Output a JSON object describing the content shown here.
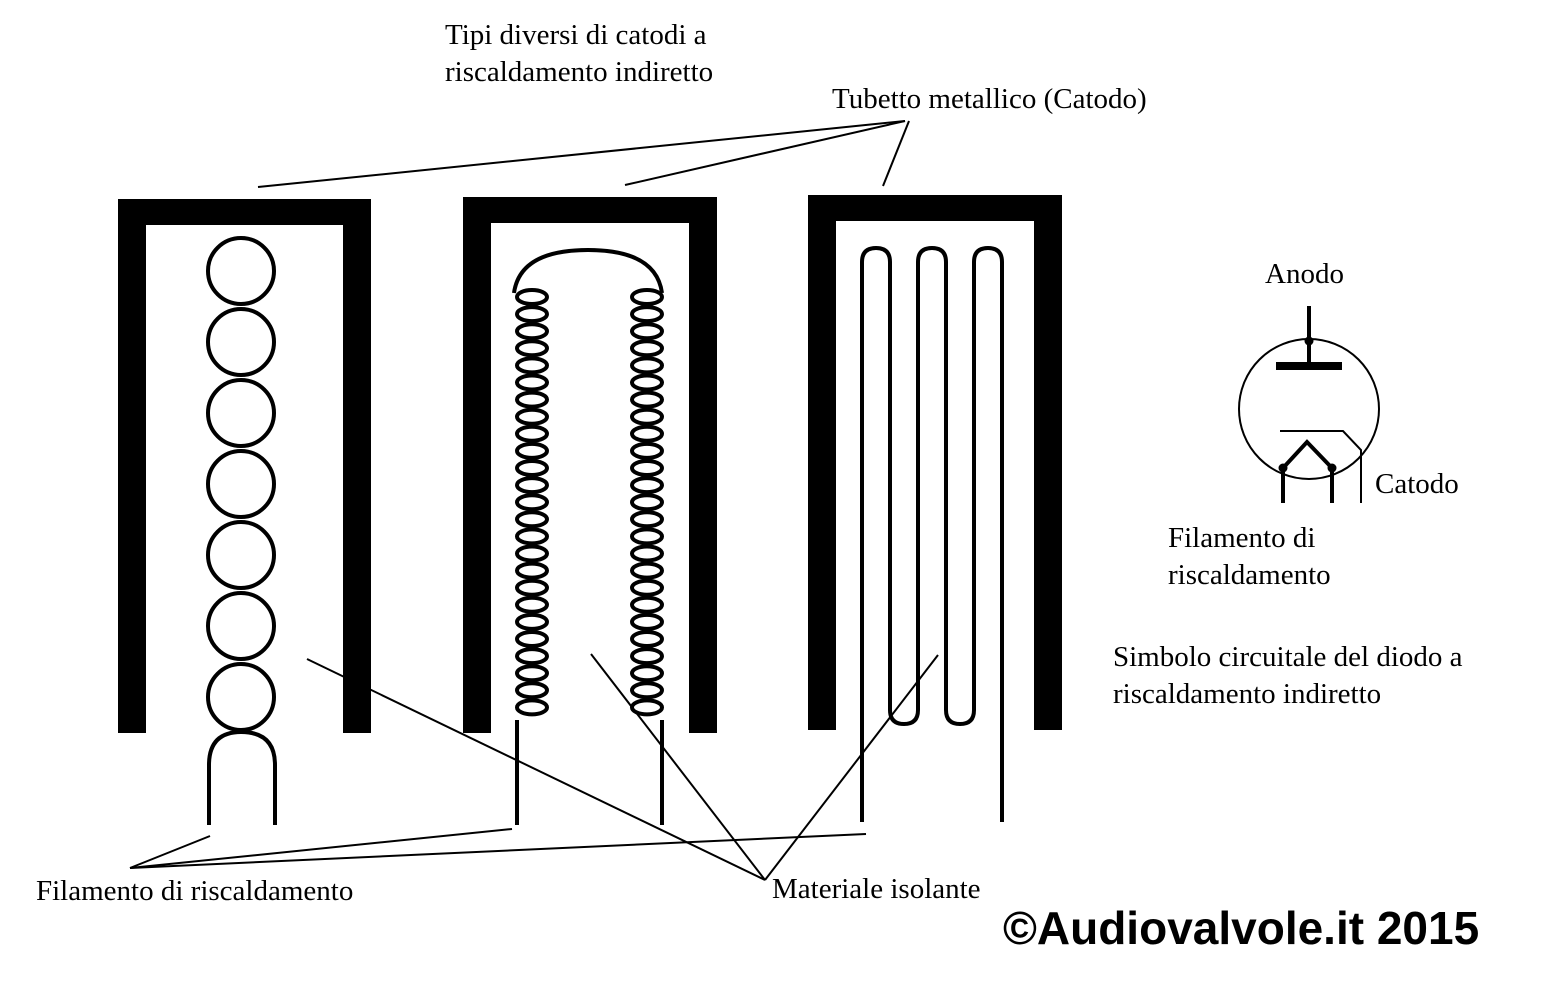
{
  "title": {
    "line1": "Tipi diversi di catodi a",
    "line2": "riscaldamento indiretto"
  },
  "labels": {
    "tube": "Tubetto metallico (Catodo)",
    "filament": "Filamento di riscaldamento",
    "insulator": "Materiale isolante"
  },
  "symbol": {
    "anode": "Anodo",
    "cathode": "Catodo",
    "filament_line1": "Filamento di",
    "filament_line2": "riscaldamento",
    "caption_line1": "Simbolo circuitale del diodo a",
    "caption_line2": "riscaldamento indiretto"
  },
  "copyright": "©Audiovalvole.it 2015",
  "colors": {
    "ink": "#000000",
    "background": "#ffffff"
  }
}
